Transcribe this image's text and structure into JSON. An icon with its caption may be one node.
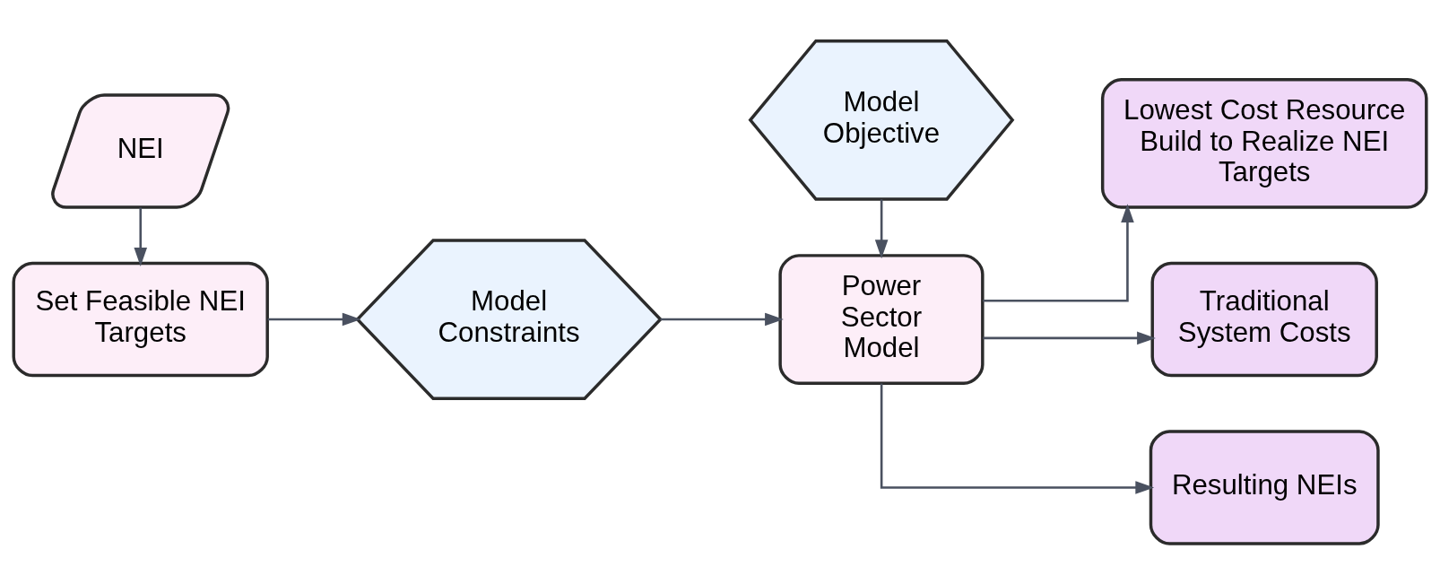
{
  "diagram": {
    "nodes": [
      {
        "text": [
          "NEI"
        ]
      },
      {
        "text": [
          "Set Feasible NEI Targets"
        ]
      },
      {
        "text": [
          "Model Constraints"
        ]
      },
      {
        "text": [
          "Model Objective"
        ]
      },
      {
        "text": [
          "Power Sector Model"
        ]
      },
      {
        "text": [
          "Lowest Cost Resource Build to Realize NEI Targets"
        ]
      },
      {
        "text": [
          "Traditional System Costs"
        ]
      },
      {
        "text": [
          "Resulting NEIs"
        ]
      }
    ],
    "edges": [
      {
        "from": 0,
        "to": 1,
        "arrow": "to"
      },
      {
        "from": 1,
        "to": 2,
        "arrow": "to"
      },
      {
        "from": 2,
        "to": 4,
        "arrow": "to"
      },
      {
        "from": 3,
        "to": 4,
        "arrow": "to"
      },
      {
        "from": 4,
        "to": 5,
        "arrow": "to"
      },
      {
        "from": 4,
        "to": 6,
        "arrow": "to"
      },
      {
        "from": 4,
        "to": 7,
        "arrow": "to"
      }
    ]
  }
}
